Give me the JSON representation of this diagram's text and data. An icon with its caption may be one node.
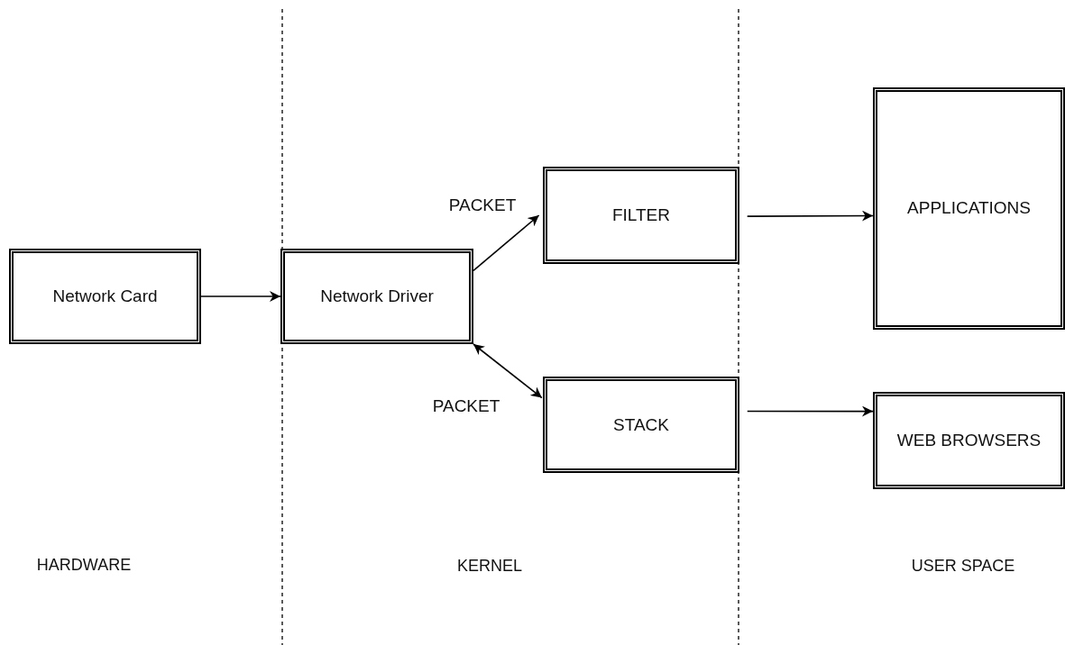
{
  "diagram": {
    "nodes": [
      {
        "text": [
          "Network Card"
        ]
      },
      {
        "text": [
          "Network Driver"
        ]
      },
      {
        "text": [
          "FILTER"
        ]
      },
      {
        "text": [
          "STACK"
        ]
      },
      {
        "text": [
          "APPLICATIONS"
        ]
      },
      {
        "text": [
          "WEB BROWSERS"
        ]
      }
    ],
    "edges": [
      {
        "from": 0,
        "to": 1,
        "arrow": "to"
      },
      {
        "from": 1,
        "to": 2,
        "arrow": "to",
        "label": "PACKET"
      },
      {
        "from": 1,
        "to": 3,
        "arrow": "both",
        "label": "PACKET"
      },
      {
        "from": 2,
        "to": 4,
        "arrow": "to"
      },
      {
        "from": 3,
        "to": 5,
        "arrow": "to"
      }
    ],
    "labels": [
      "HARDWARE",
      "KERNEL",
      "USER SPACE"
    ]
  }
}
